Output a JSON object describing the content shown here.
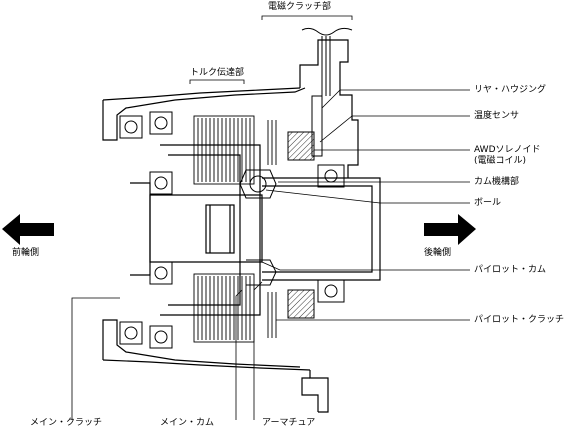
{
  "labels": {
    "electromagnetic_clutch_section": "電磁クラッチ部",
    "torque_transfer_section": "トルク伝達部",
    "rear_housing": "リヤ・ハウジング",
    "temperature_sensor": "温度センサ",
    "awd_solenoid": "AWDソレノイド\n(電磁コイル)",
    "cam_mechanism_section": "カム機構部",
    "ball": "ボール",
    "pilot_cam": "パイロット・カム",
    "pilot_clutch": "パイロット・クラッチ",
    "front_wheel_side": "前輪側",
    "rear_wheel_side": "後輪側",
    "main_clutch": "メイン・クラッチ",
    "main_cam": "メイン・カム",
    "armature": "アーマチュア"
  },
  "colors": {
    "line": "#000000",
    "background": "#ffffff",
    "hatch_gray": "#888888"
  }
}
